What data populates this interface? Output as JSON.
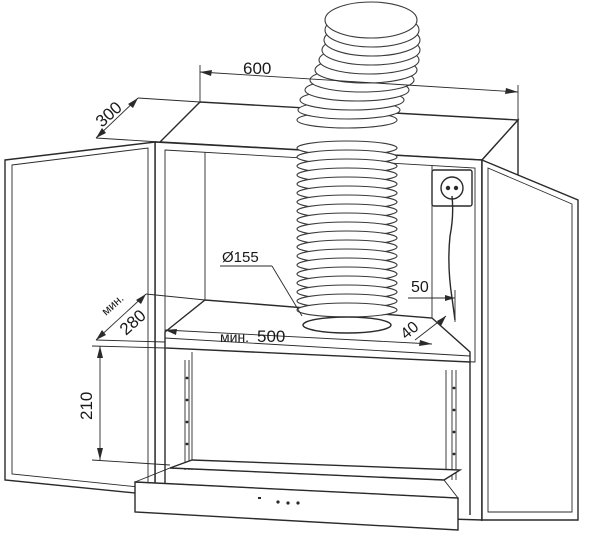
{
  "dimensions": {
    "width_label": "600",
    "depth_label": "300",
    "duct_diameter_label": "Ø155",
    "min_prefix": "мин.",
    "min_depth_label": "280",
    "min_width_label": "500",
    "wall_offset_label": "50",
    "bottom_offset_label": "40",
    "height_label": "210"
  }
}
